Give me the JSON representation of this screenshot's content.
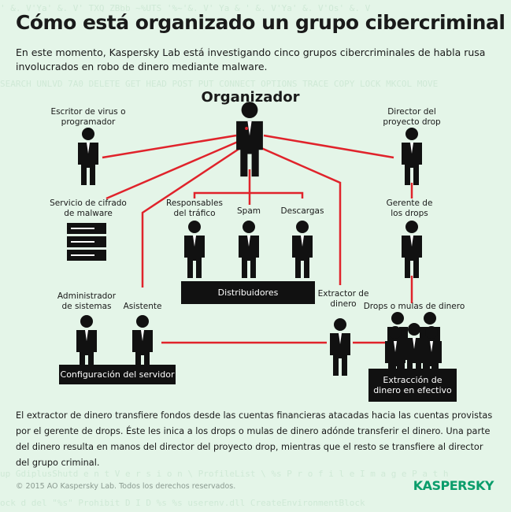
{
  "title": "Cómo está organizado un grupo cibercriminal",
  "intro": "En este momento, Kaspersky Lab está investigando cinco grupos cibercriminales de habla rusa involucrados en robo de dinero mediante malware.",
  "roles": {
    "organizer": "Organizador",
    "virus_writer": "Escritor de virus o programador",
    "drop_director": "Director del proyecto drop",
    "crypt_service": "Servicio de cifrado de malware",
    "traffic": "Responsables del tráfico",
    "spam": "Spam",
    "downloads": "Descargas",
    "drop_manager": "Gerente de los drops",
    "sysadmin": "Administrador de sistemas",
    "assistant": "Asistente",
    "money_extractor": "Extractor de dinero",
    "mules": "Drops o mulas de dinero"
  },
  "groups": {
    "distributors": "Distribuidores",
    "server_config": "Configuración del servidor",
    "cash_out": "Extracción de dinero en efectivo"
  },
  "footer_text": "El extractor de dinero transfiere fondos desde las cuentas financieras atacadas hacia las cuentas provistas por el gerente de drops. Éste les inica a los drops o mulas de dinero adónde transferir el dinero. Una parte del dinero resulta en manos del director del proyecto drop, mientras que el resto se transfiere al director del grupo criminal.",
  "copyright": "© 2015 AO Kaspersky Lab. Todos los derechos reservados.",
  "logo": "KASPERSKY",
  "colors": {
    "line": "#e0232b",
    "figure": "#111111",
    "background": "#e4f5e8",
    "brand": "#0a9d6b"
  }
}
